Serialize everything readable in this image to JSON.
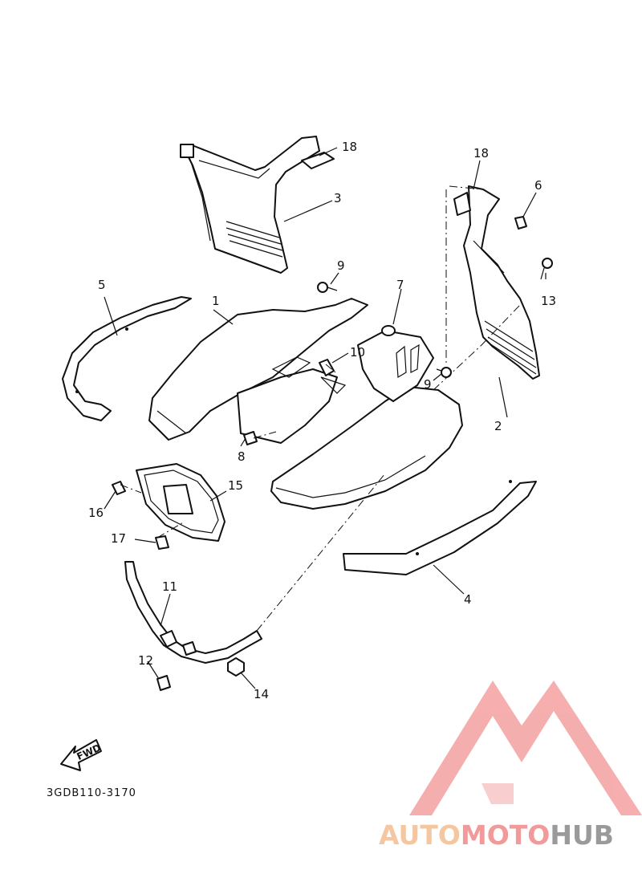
{
  "diagram": {
    "drawing_code": "3GDB110-3170",
    "fwd_label": "FWD",
    "callouts": {
      "c1": "1",
      "c2": "2",
      "c3": "3",
      "c4": "4",
      "c5": "5",
      "c6": "6",
      "c7": "7",
      "c8": "8",
      "c9a": "9",
      "c9b": "9",
      "c10": "10",
      "c11": "11",
      "c12": "12",
      "c13": "13",
      "c14": "14",
      "c15": "15",
      "c16": "16",
      "c17": "17",
      "c18a": "18",
      "c18b": "18"
    }
  },
  "watermark": {
    "part1": "AUTO",
    "part2": "MOTO",
    "part3": "HUB",
    "colors": {
      "auto": "#f5c7a0",
      "moto": "#f29a9a",
      "hub": "#9a9a9a",
      "emblem": "#f4a0a0"
    }
  }
}
